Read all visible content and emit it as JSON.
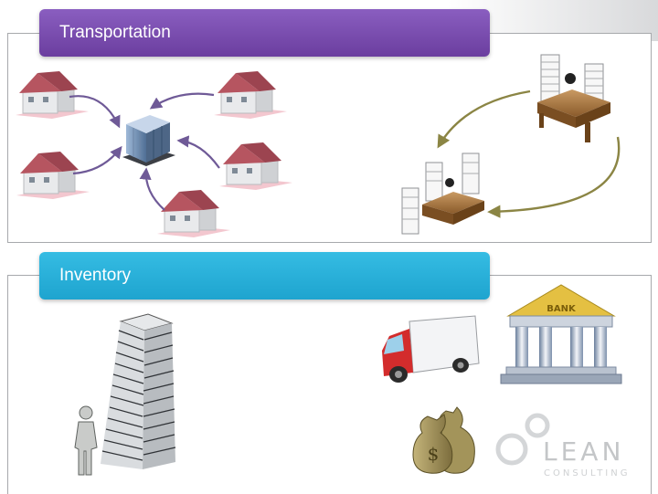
{
  "sections": {
    "transportation": {
      "title": "Transportation",
      "color": "#7a4eb0"
    },
    "inventory": {
      "title": "Inventory",
      "color": "#2ab0da"
    }
  },
  "bank_sign": "BANK",
  "money_symbol": "$",
  "logo": {
    "word": "LEAN",
    "sub": "CONSULTING",
    "color": "#c4c6c8"
  }
}
